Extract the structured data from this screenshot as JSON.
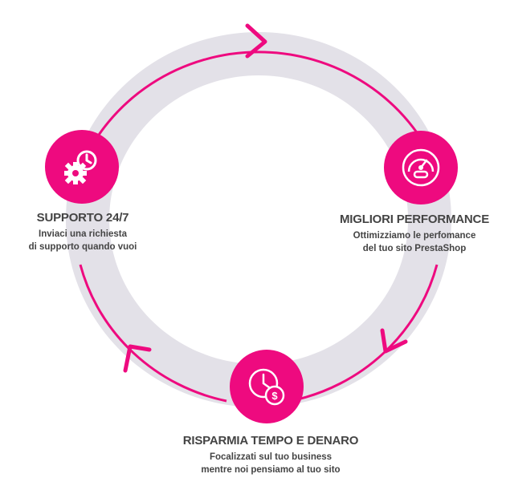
{
  "colors": {
    "accent": "#ee0a7f",
    "ring": "#e3e1e8",
    "text": "#444444"
  },
  "steps": [
    {
      "icon": "gear-clock-icon",
      "title": "SUPPORTO 24/7",
      "lines": [
        "Inviaci una richiesta",
        "di supporto quando vuoi"
      ]
    },
    {
      "icon": "speedometer-icon",
      "title": "MIGLIORI PERFORMANCE",
      "lines": [
        "Ottimizziamo le perfomance",
        "del tuo sito PrestaShop"
      ]
    },
    {
      "icon": "clock-dollar-icon",
      "title": "RISPARMIA TEMPO E DENARO",
      "lines": [
        "Focalizzati sul tuo business",
        "mentre noi pensiamo al tuo sito"
      ]
    }
  ]
}
